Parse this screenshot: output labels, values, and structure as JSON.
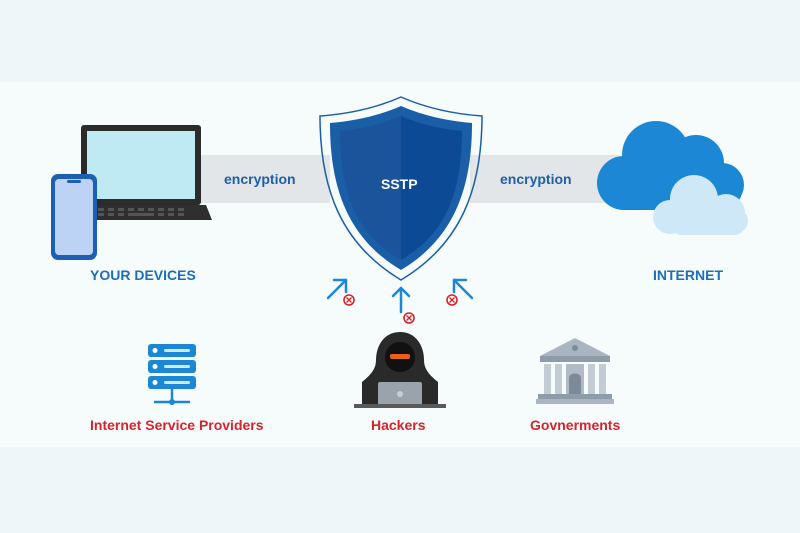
{
  "colors": {
    "shield_outer": "#1a5ea8",
    "shield_inner": "#0d4a95",
    "cloud": "#1c87d4",
    "cloud_light": "#cfe8f7",
    "threat_red": "#d8232a",
    "caption_blue": "#1e6db8"
  },
  "shield": {
    "label": "SSTP",
    "icon": "shield-icon"
  },
  "connections": {
    "left_label": "encryption",
    "right_label": "encryption"
  },
  "nodes": {
    "devices": {
      "label": "YOUR DEVICES",
      "icon": "laptop-phone-icon"
    },
    "internet": {
      "label": "INTERNET",
      "icon": "cloud-icon"
    }
  },
  "threats": [
    {
      "label": "Internet Service Providers",
      "icon": "server-icon"
    },
    {
      "label": "Hackers",
      "icon": "hacker-icon"
    },
    {
      "label": "Govnerments",
      "icon": "government-building-icon"
    }
  ],
  "attack_markers": [
    {
      "icon": "blocked-arrow-icon",
      "status": "blocked"
    },
    {
      "icon": "blocked-arrow-icon",
      "status": "blocked"
    },
    {
      "icon": "blocked-arrow-icon",
      "status": "blocked"
    }
  ]
}
